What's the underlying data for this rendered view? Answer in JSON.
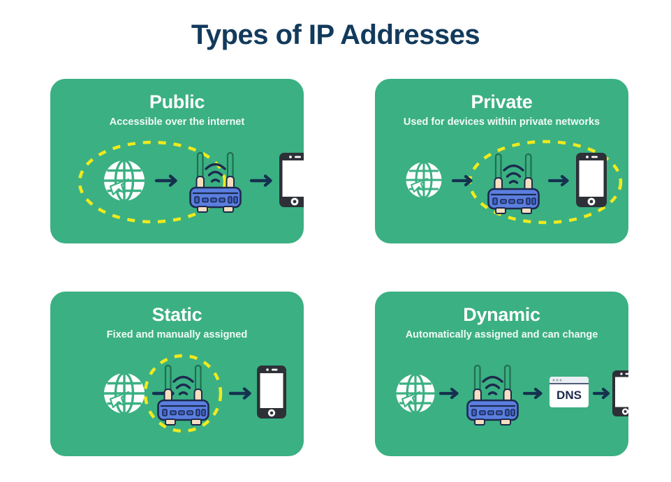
{
  "page": {
    "title": "Types of IP Addresses",
    "background_color": "#ffffff",
    "title_color": "#123a5c"
  },
  "theme": {
    "card_green": "#3bb083",
    "dashed_yellow": "#f0ea1e",
    "arrow_navy": "#14314f",
    "router_blue": "#5b7fe0",
    "router_body_dark": "#1c2a4d",
    "router_cream": "#f6dfc0",
    "phone_dark": "#2e3038",
    "globe_white": "#ffffff",
    "dns_white": "#ffffff",
    "dns_text": "#1c2a4d"
  },
  "cards": [
    {
      "id": "public",
      "title": "Public",
      "subtitle": "Accessible over the internet",
      "highlight": "globe-and-router",
      "has_dns": false,
      "icons": [
        "globe-icon",
        "arrow-right-icon",
        "router-icon",
        "arrow-right-icon",
        "smartphone-icon"
      ]
    },
    {
      "id": "private",
      "title": "Private",
      "subtitle": "Used for devices within private networks",
      "highlight": "router-and-phone",
      "has_dns": false,
      "icons": [
        "globe-icon",
        "arrow-right-icon",
        "router-icon",
        "arrow-right-icon",
        "smartphone-icon"
      ]
    },
    {
      "id": "static",
      "title": "Static",
      "subtitle": "Fixed and manually assigned",
      "highlight": "router-only",
      "has_dns": false,
      "icons": [
        "globe-icon",
        "arrow-right-icon",
        "router-icon",
        "arrow-right-icon",
        "smartphone-icon"
      ]
    },
    {
      "id": "dynamic",
      "title": "Dynamic",
      "subtitle": "Automatically assigned and can change",
      "highlight": "none",
      "has_dns": true,
      "dns_label": "DNS",
      "icons": [
        "globe-icon",
        "arrow-right-icon",
        "router-icon",
        "arrow-right-icon",
        "dns-window-icon",
        "arrow-right-icon",
        "smartphone-icon"
      ]
    }
  ]
}
